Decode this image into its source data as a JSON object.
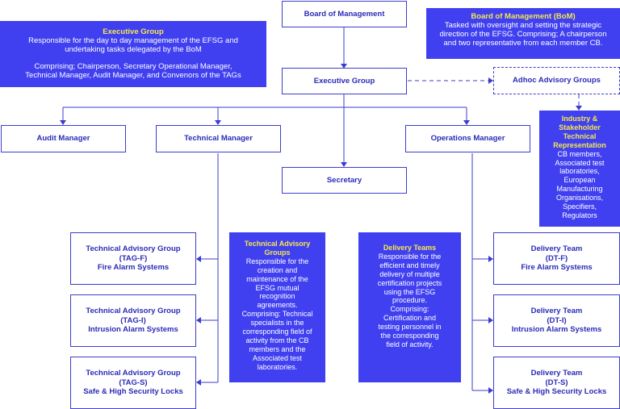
{
  "nodes": {
    "board": "Board of Management",
    "executive": "Executive Group",
    "adhoc": "Adhoc Advisory Groups",
    "audit": "Audit Manager",
    "technical": "Technical Manager",
    "operations": "Operations Manager",
    "secretary": "Secretary",
    "tag_f": [
      "Technical Advisory Group",
      "(TAG-F)",
      "Fire Alarm Systems"
    ],
    "tag_i": [
      "Technical Advisory Group",
      "(TAG-I)",
      "Intrusion Alarm Systems"
    ],
    "tag_s": [
      "Technical Advisory Group",
      "(TAG-S)",
      "Safe & High Security Locks"
    ],
    "dt_f": [
      "Delivery Team",
      "(DT-F)",
      "Fire Alarm Systems"
    ],
    "dt_i": [
      "Delivery Team",
      "(DT-I)",
      "Intrusion Alarm Systems"
    ],
    "dt_s": [
      "Delivery Team",
      "(DT-S)",
      "Safe & High Security Locks"
    ]
  },
  "panels": {
    "executive_info": {
      "title": "Executive Group",
      "lines": [
        "Responsible for the day to day management of the EFSG and",
        "undertaking tasks delegated by the BoM"
      ],
      "lines2": [
        "Comprising;  Chairperson, Secretary Operational Manager,",
        "Technical Manager, Audit Manager, and Convenors of the TAGs"
      ]
    },
    "board_info": {
      "title": "Board of Management (BoM)",
      "lines": [
        "Tasked with oversight and setting the strategic",
        "direction of the EFSG. Comprising;  A chairperson",
        "and two representative from each member CB."
      ]
    },
    "industry": {
      "title": [
        "Industry &",
        "Stakeholder",
        "Technical",
        "Representation"
      ],
      "lines": [
        "CB members,",
        "Associated test",
        "laboratories,",
        "European",
        "Manufacturing",
        "Organisations,",
        "Specifiers,",
        "Regulators"
      ]
    },
    "tag_info": {
      "title": [
        "Technical Advisory",
        "Groups"
      ],
      "lines": [
        "Responsible for the",
        "creation and",
        "maintenance of the",
        "EFSG mutual",
        "recognition",
        "agreements.",
        "Comprising: Technical",
        "specialists in the",
        "corresponding field of",
        "activity from the CB",
        "members and the",
        "Associated test",
        "laboratories."
      ]
    },
    "delivery_info": {
      "title": [
        "Delivery Teams"
      ],
      "lines": [
        "Responsible for the",
        "efficient and timely",
        "delivery of multiple",
        "certification projects",
        "using the EFSG",
        "procedure.",
        "Comprising:",
        "Certification and",
        "testing personnel in",
        "the corresponding",
        "field of activity."
      ]
    }
  },
  "colors": {
    "accent": "#4040f0",
    "line": "#3d3dcc",
    "highlight": "#f5e94a"
  }
}
